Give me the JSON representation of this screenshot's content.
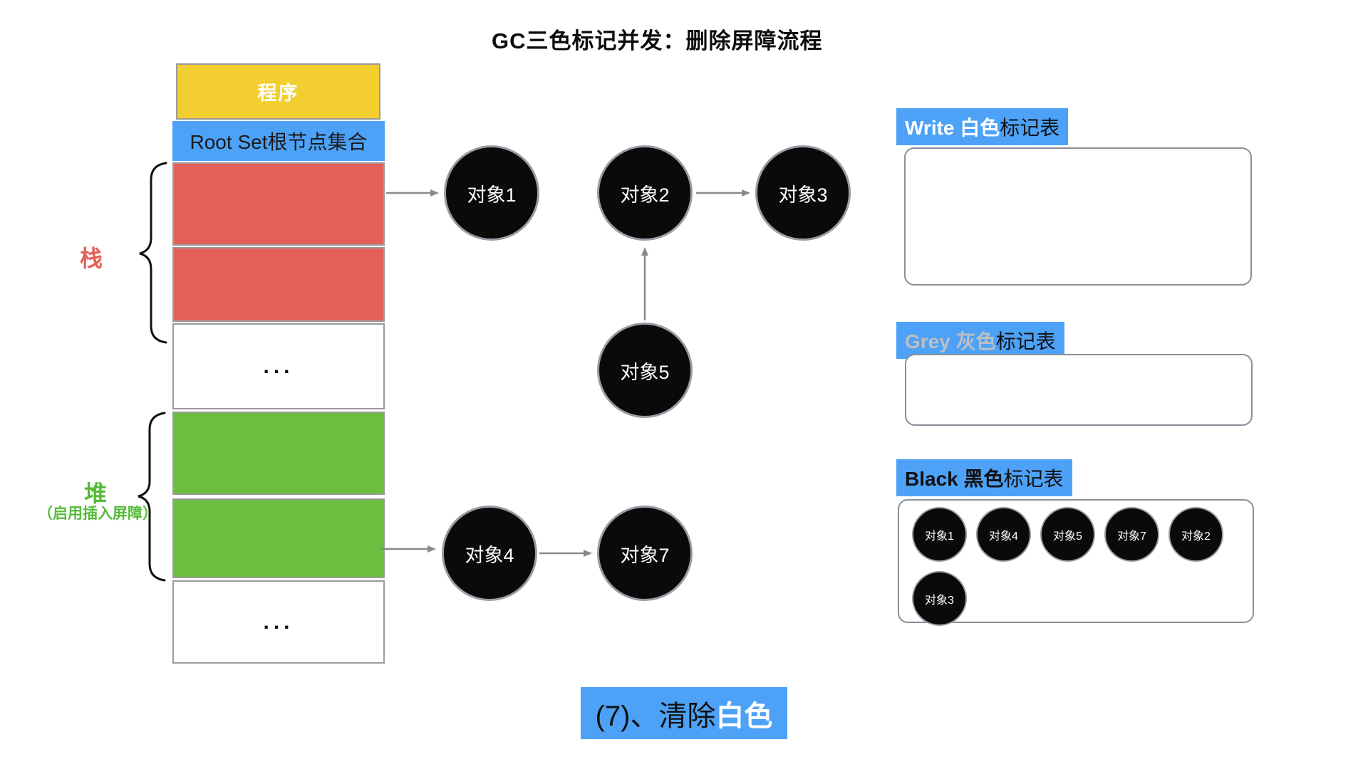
{
  "title": "GC三色标记并发：删除屏障流程",
  "palette": {
    "highlight_blue": "#4da2f7",
    "stack_red": "#e4615a",
    "heap_green": "#6cbe40",
    "program_yellow": "#f3ce31",
    "node_black": "#0a0a0a",
    "arrow_grey": "#8a8a8a"
  },
  "memory": {
    "program": "程序",
    "root_set": "Root Set根节点集合",
    "stack_brace_label": "栈",
    "heap_brace_label": "堆",
    "heap_note": "（启用插入屏障）",
    "ellipsis_top": "...",
    "ellipsis_bottom": "..."
  },
  "nodes": {
    "obj1": "对象1",
    "obj2": "对象2",
    "obj3": "对象3",
    "obj4": "对象4",
    "obj5": "对象5",
    "obj7": "对象7"
  },
  "panels": {
    "white": {
      "title_strong": "Write 白色",
      "title_rest": "标记表"
    },
    "grey": {
      "title_strong": "Grey 灰色",
      "title_rest": "标记表"
    },
    "black": {
      "title_strong": "Black 黑色",
      "title_rest": "标记表",
      "items": [
        "对象1",
        "对象4",
        "对象5",
        "对象7",
        "对象2",
        "对象3"
      ]
    }
  },
  "caption": {
    "text": "(7)、清除",
    "highlight": "白色"
  }
}
